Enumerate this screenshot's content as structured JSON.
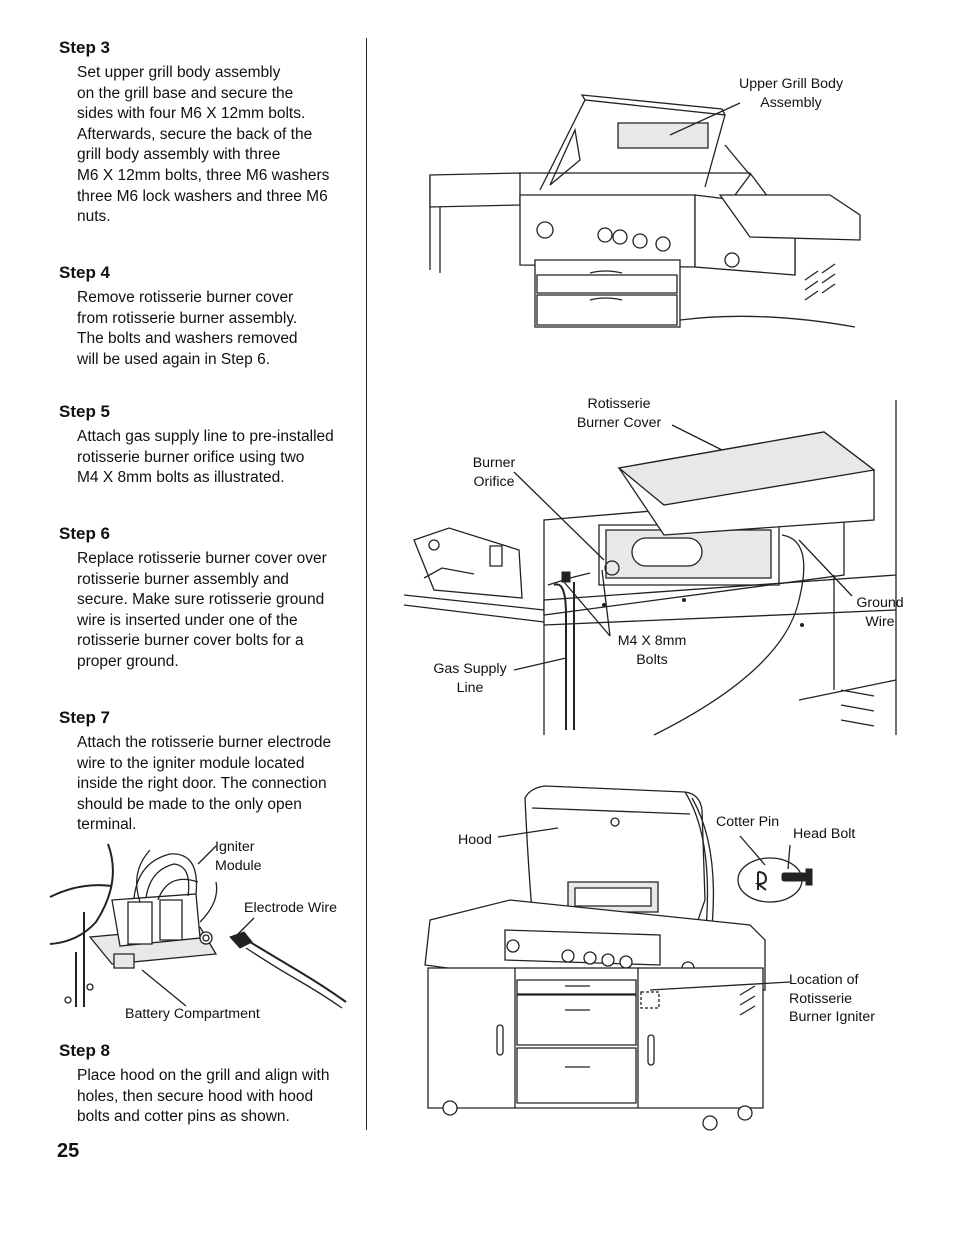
{
  "page_number": "25",
  "steps": [
    {
      "title": "Step 3",
      "body": "Set upper grill body assembly\non the grill base and secure the\nsides with four M6 X 12mm bolts.\nAfterwards, secure the back of the\ngrill body assembly with three\nM6 X 12mm bolts, three M6 washers\nthree M6 lock washers and three M6\nnuts."
    },
    {
      "title": "Step 4",
      "body": "Remove rotisserie burner cover\nfrom rotisserie burner assembly.\nThe bolts and washers removed\nwill be used again in Step 6."
    },
    {
      "title": "Step 5",
      "body": "Attach gas supply line to pre-installed\nrotisserie burner orifice using two\nM4 X 8mm bolts as illustrated."
    },
    {
      "title": "Step 6",
      "body": "Replace rotisserie burner cover over\nrotisserie burner assembly and\nsecure. Make sure rotisserie ground\nwire is inserted under one of the\nrotisserie burner cover bolts for a\nproper ground."
    },
    {
      "title": "Step 7",
      "body": "Attach the rotisserie burner electrode\nwire to the igniter module located\ninside the right door. The connection\nshould be made to the only open\nterminal."
    },
    {
      "title": "Step 8",
      "body": "Place hood on the grill and align with\nholes, then secure hood with hood\nbolts and cotter pins as shown."
    }
  ],
  "figures": {
    "igniter": {
      "igniter_module": "Igniter\nModule",
      "electrode_wire": "Electrode Wire",
      "battery_compartment": "Battery Compartment"
    },
    "upper_body": {
      "upper_grill_body_assembly": "Upper Grill Body\nAssembly"
    },
    "rotisserie": {
      "rotisserie_burner_cover": "Rotisserie\nBurner Cover",
      "burner_orifice": "Burner\nOrifice",
      "ground_wire": "Ground\nWire",
      "m4_bolts": "M4 X 8mm\nBolts",
      "gas_supply_line": "Gas Supply\nLine"
    },
    "hood": {
      "hood": "Hood",
      "cotter_pin": "Cotter Pin",
      "head_bolt": "Head Bolt",
      "igniter_location": "Location of\nRotisserie\nBurner Igniter"
    }
  }
}
